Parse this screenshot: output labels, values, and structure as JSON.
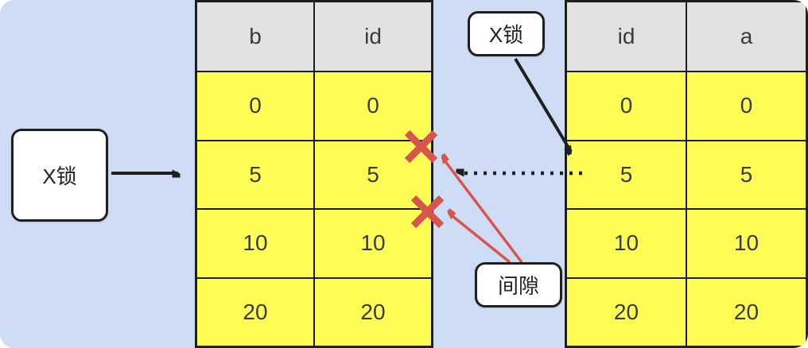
{
  "diagram": {
    "left_lock_label": "X锁",
    "top_lock_label": "X锁",
    "gap_label": "间隙"
  },
  "left_table": {
    "headers": [
      "b",
      "id"
    ],
    "rows": [
      [
        "0",
        "0"
      ],
      [
        "5",
        "5"
      ],
      [
        "10",
        "10"
      ],
      [
        "20",
        "20"
      ]
    ]
  },
  "right_table": {
    "headers": [
      "id",
      "a"
    ],
    "rows": [
      [
        "0",
        "0"
      ],
      [
        "5",
        "5"
      ],
      [
        "10",
        "10"
      ],
      [
        "20",
        "20"
      ]
    ]
  },
  "colors": {
    "background": "#cfdcf5",
    "header_bg": "#e2e2e2",
    "cell_bg": "#fdfd55",
    "border": "#1f1f1f",
    "red": "#d9534f"
  }
}
